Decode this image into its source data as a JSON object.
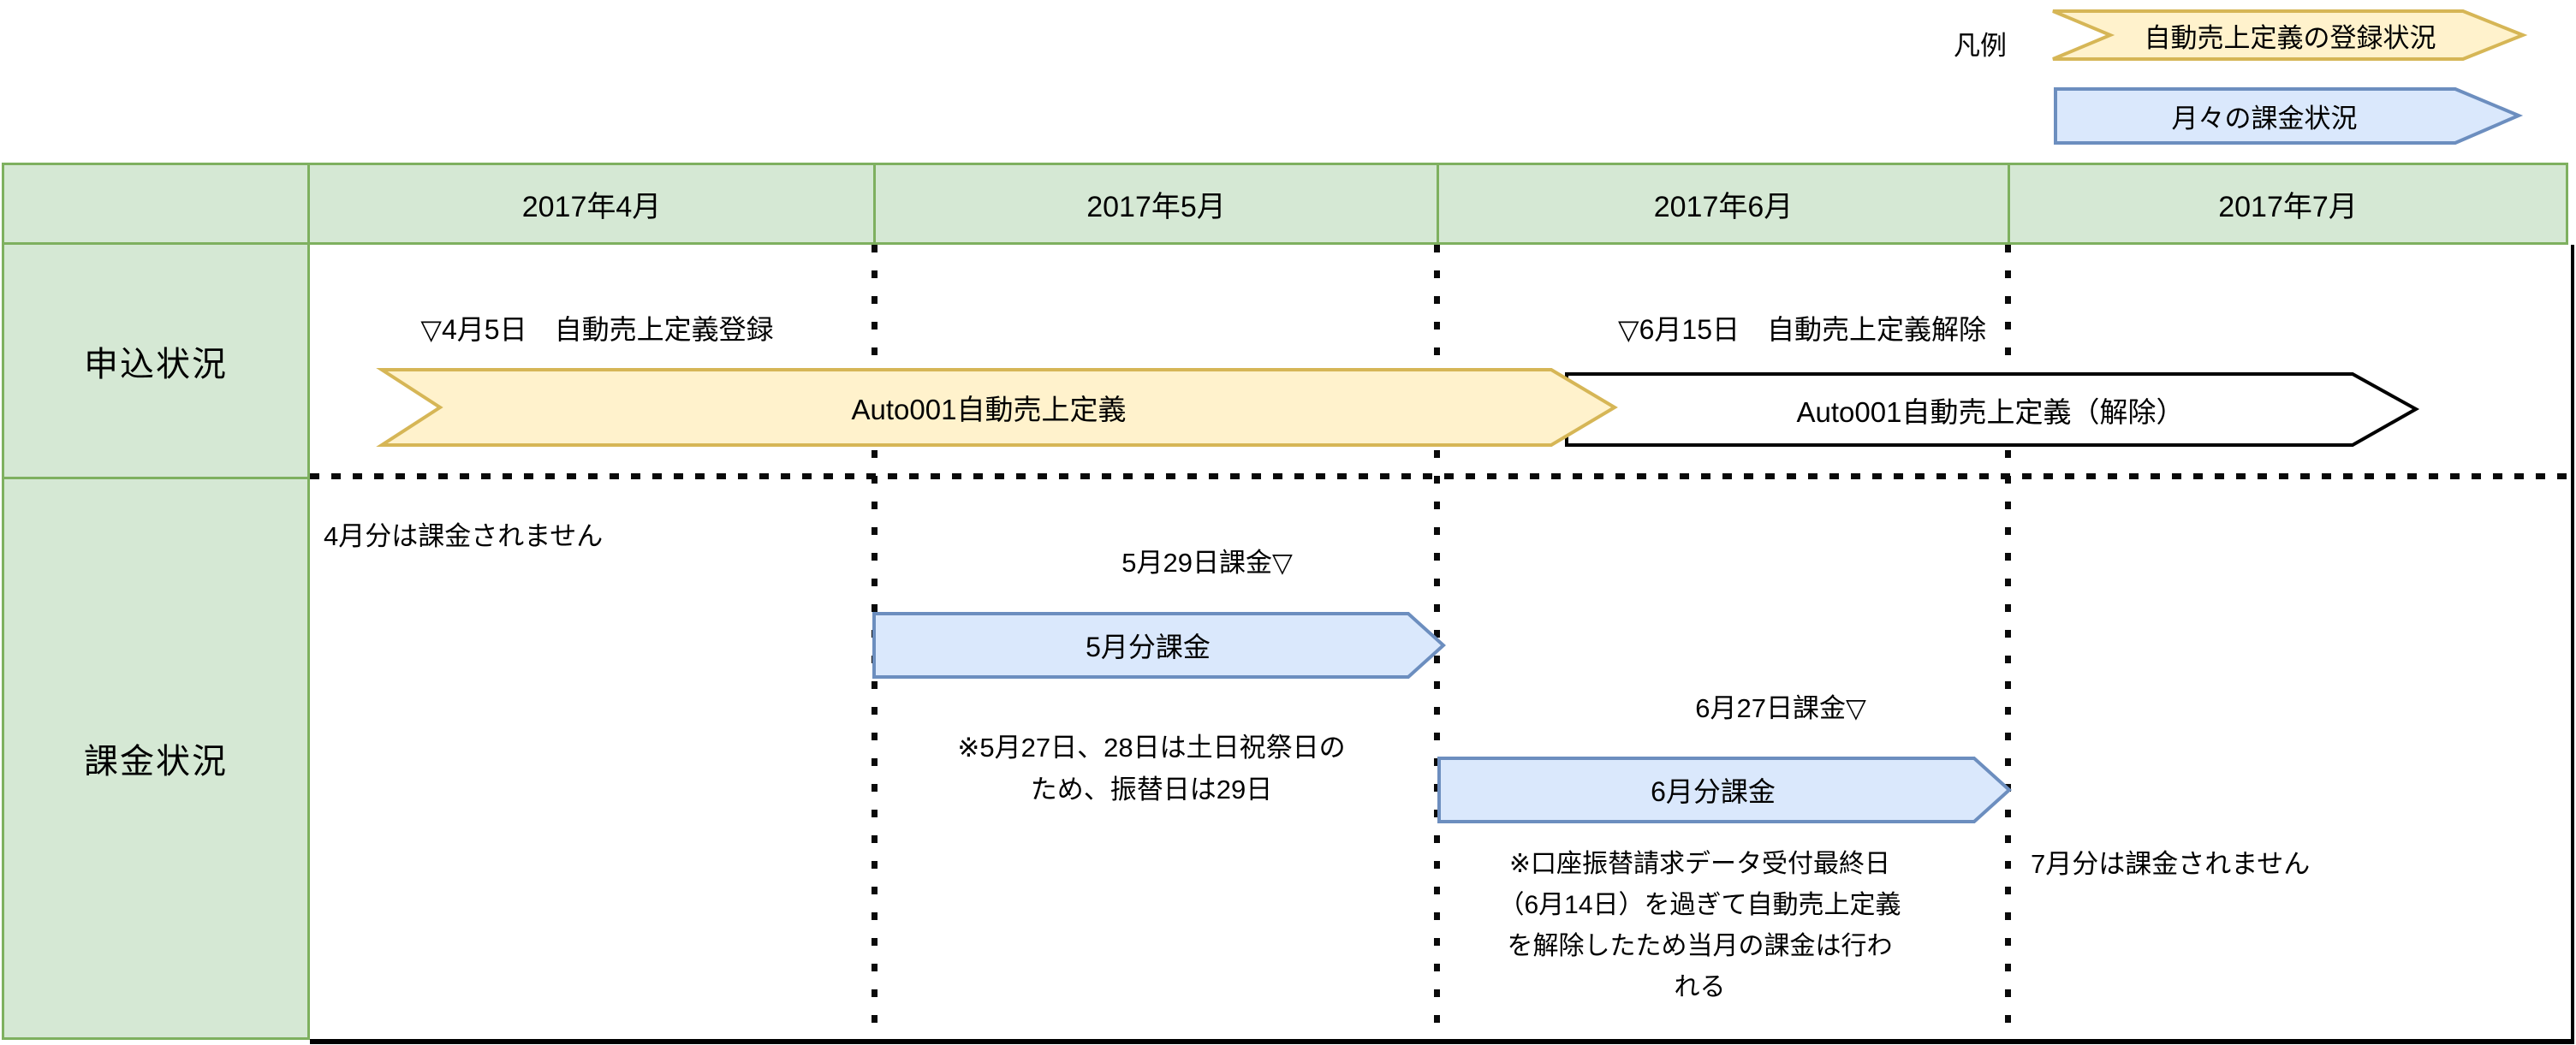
{
  "legend": {
    "label": "凡例",
    "items": [
      {
        "text": "自動売上定義の登録状況",
        "shape": "step-arrow"
      },
      {
        "text": "月々の課金状況",
        "shape": "arrow"
      }
    ]
  },
  "table": {
    "columns": [
      "2017年4月",
      "2017年5月",
      "2017年6月",
      "2017年7月"
    ],
    "rows": [
      "申込状況",
      "課金状況"
    ]
  },
  "application_row": {
    "registration_annotation": "▽4月5日　自動売上定義登録",
    "release_annotation": "▽6月15日　自動売上定義解除",
    "definition_arrow": "Auto001自動売上定義",
    "release_arrow": "Auto001自動売上定義（解除）"
  },
  "billing_row": {
    "april_note": "4月分は課金されません",
    "may_billing_date": "5月29日課金▽",
    "may_arrow": "5月分課金",
    "may_note_line1": "※5月27日、28日は土日祝祭日の",
    "may_note_line2": "ため、振替日は29日",
    "june_billing_date": "6月27日課金▽",
    "june_arrow": "6月分課金",
    "june_note_line1": "※口座振替請求データ受付最終日",
    "june_note_line2": "（6月14日）を過ぎて自動売上定義",
    "june_note_line3": "を解除したため当月の課金は行わ",
    "june_note_line4": "れる",
    "july_note": "7月分は課金されません"
  },
  "colors": {
    "header_fill": "#d5e8d4",
    "header_stroke": "#7eb05f",
    "yellow_fill": "#fff2cc",
    "yellow_stroke": "#d6b656",
    "blue_fill": "#dae8fc",
    "blue_stroke": "#6c8ebf",
    "release_fill": "#ffffff",
    "release_stroke": "#000000",
    "line": "#000000"
  }
}
